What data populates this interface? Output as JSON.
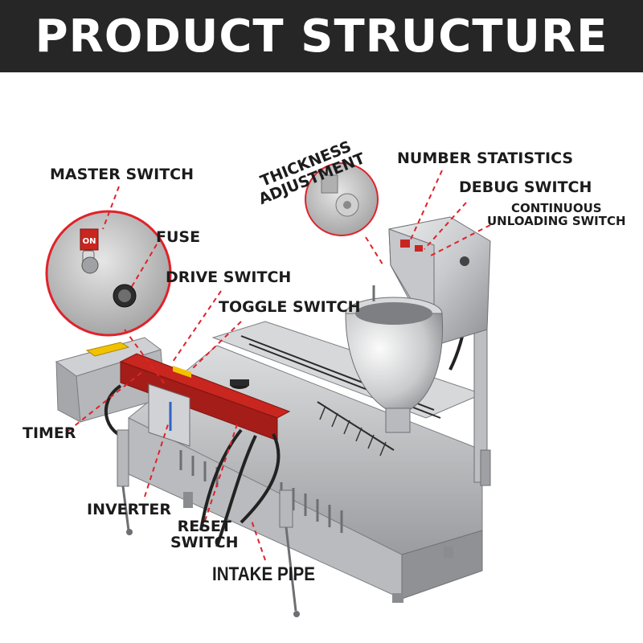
{
  "title": "PRODUCT STRUCTURE",
  "labels": {
    "master_switch": "MASTER SWITCH",
    "fuse": "FUSE",
    "drive_switch": "DRIVE SWITCH",
    "toggle_switch": "TOGGLE SWITCH",
    "timer": "TIMER",
    "inverter": "INVERTER",
    "reset_switch_1": "RESET",
    "reset_switch_2": "SWITCH",
    "intake_pipe": "INTAKE PIPE",
    "thickness_1": "THICKNESS",
    "thickness_2": "ADJUSTMENT",
    "number_statistics": "NUMBER STATISTICS",
    "debug_switch": "DEBUG SWITCH",
    "continuous_1": "CONTINUOUS",
    "continuous_2": "UNLOADING SWITCH"
  },
  "switch_plate_text": "ON",
  "colors": {
    "banner": "#262626",
    "leader": "#e0222a",
    "steel_light": "#d9dadc",
    "steel_dark": "#8d8f93",
    "control_panel": "#c8261f",
    "cable": "#222222"
  }
}
